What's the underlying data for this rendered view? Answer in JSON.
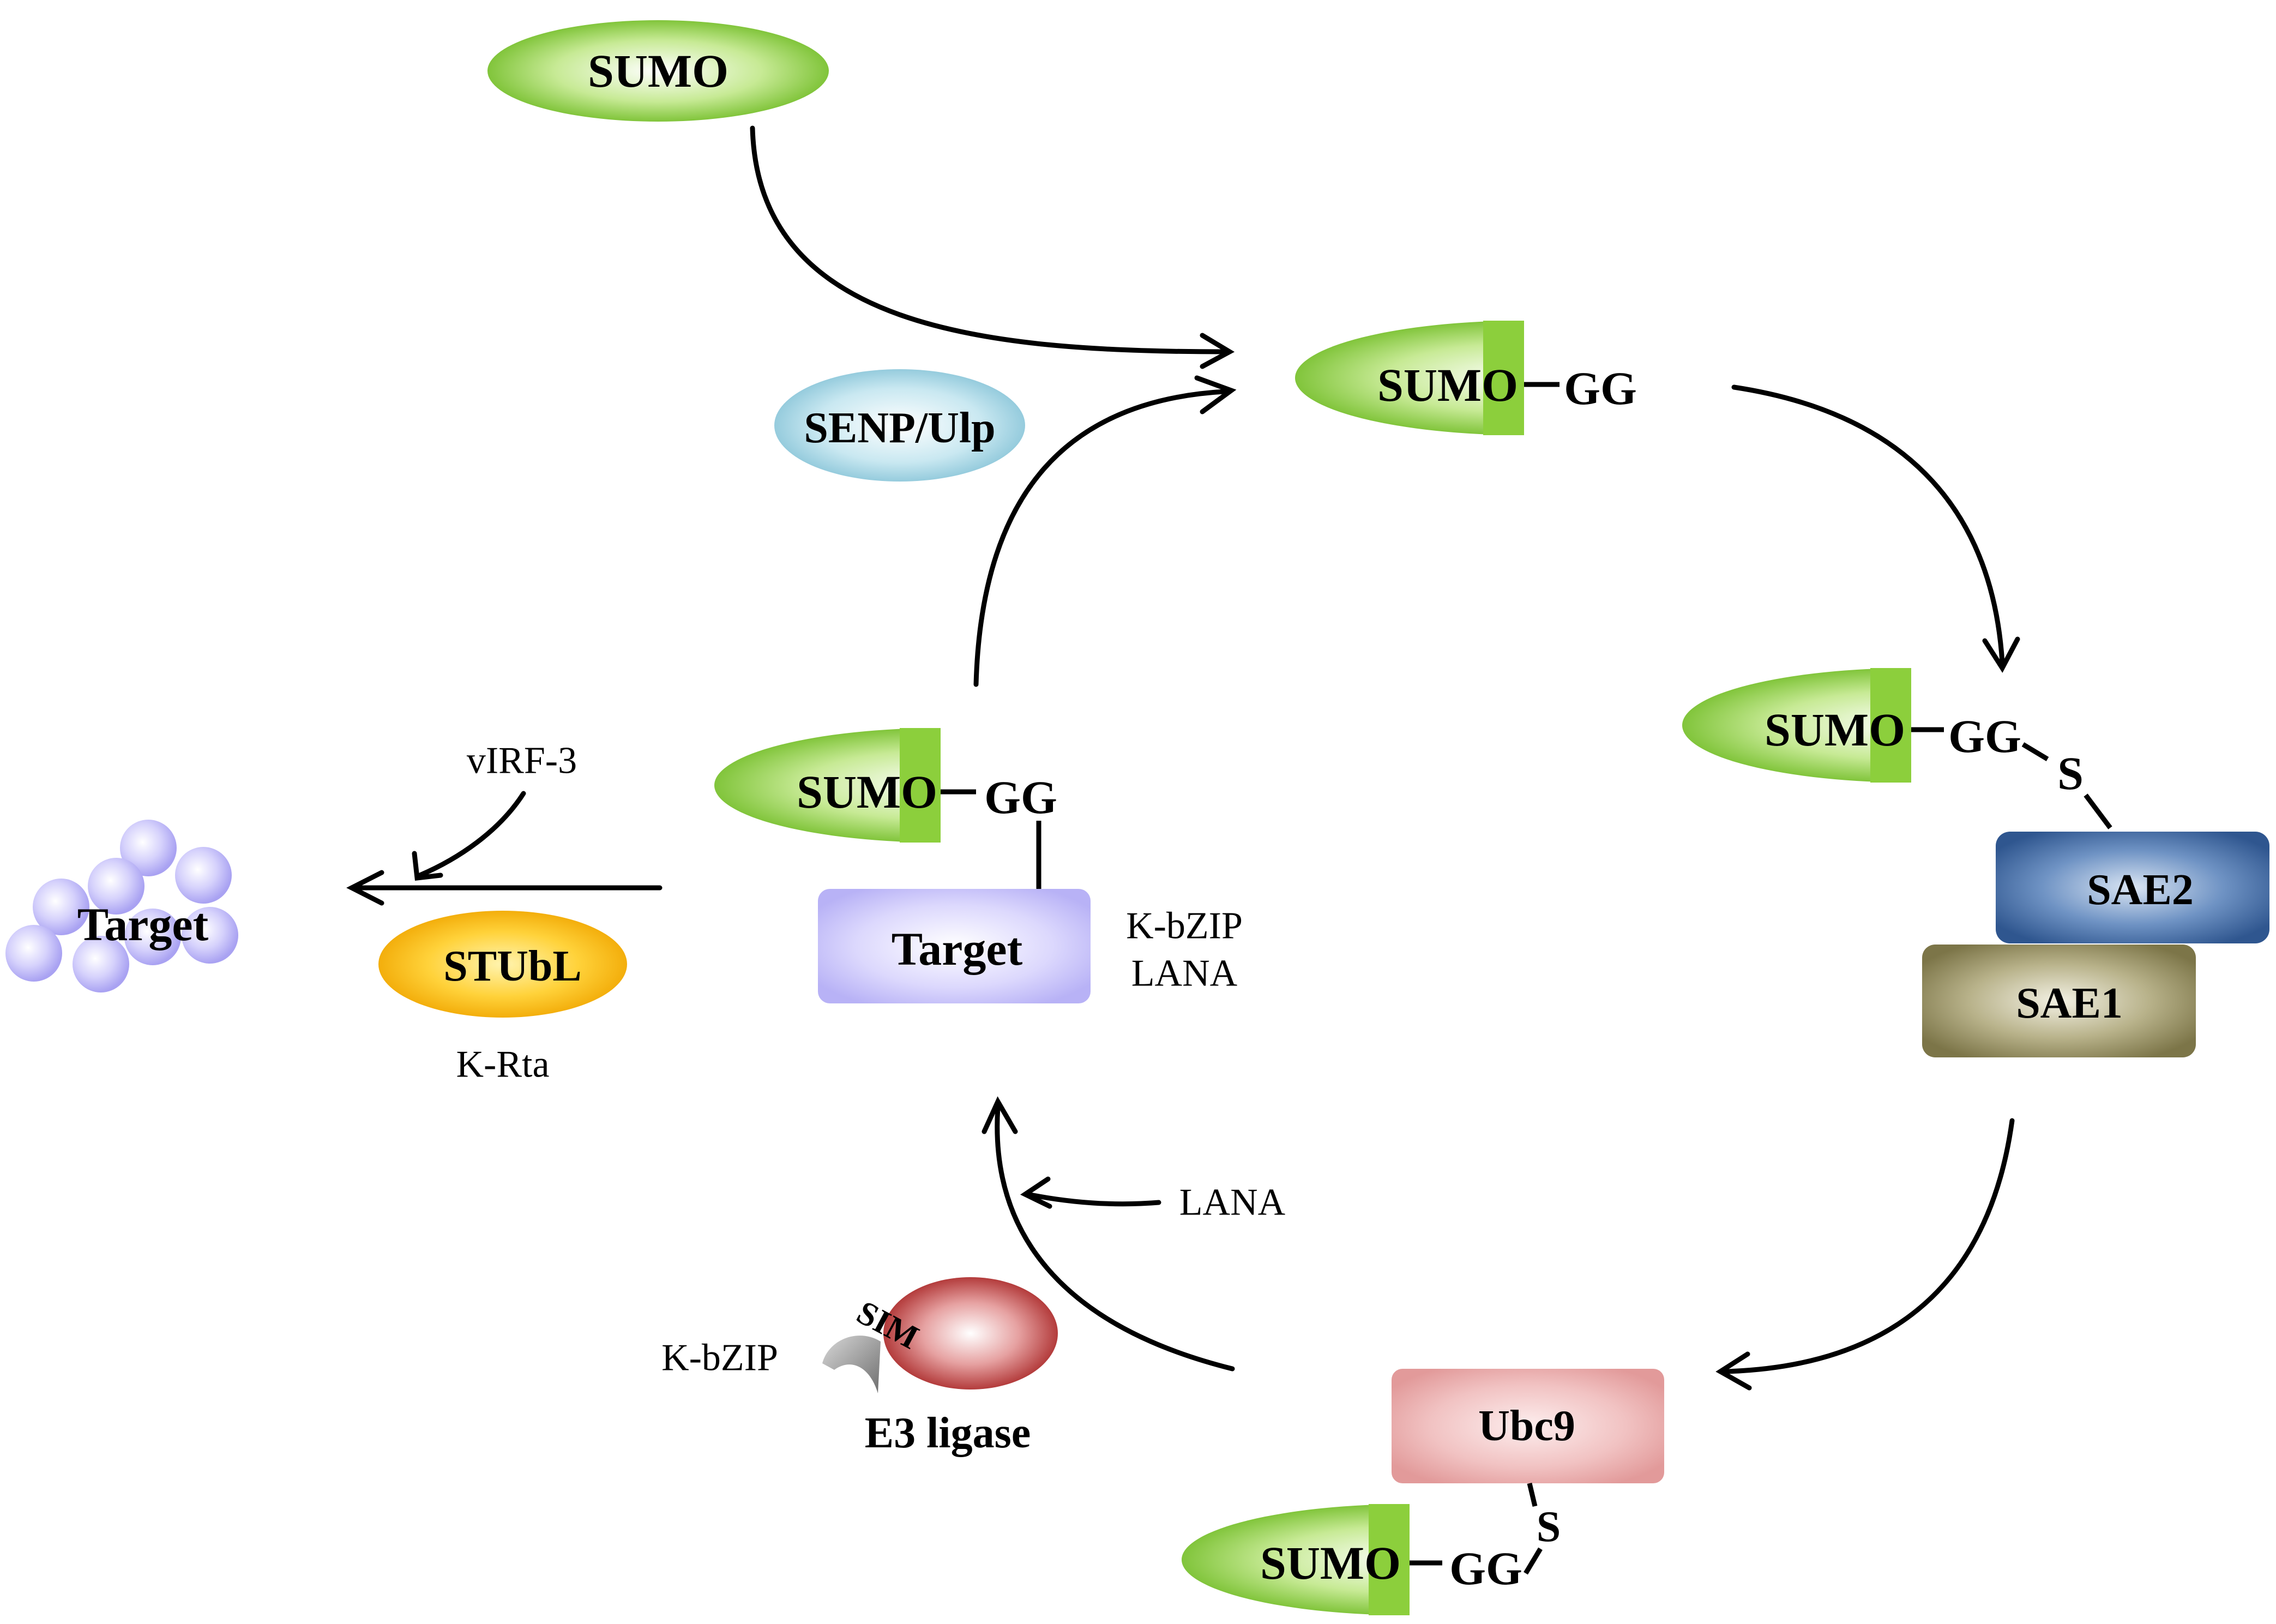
{
  "labels": {
    "sumo_free": "SUMO",
    "sumo_gg": "SUMO",
    "gg": "GG",
    "sumo_sae": "SUMO",
    "sae_gg": "GG",
    "sae_s": "S",
    "sae2": "SAE2",
    "sae1": "SAE1",
    "senp": "SENP/Ulp",
    "sumo_target": "SUMO",
    "target_gg": "GG",
    "target": "Target",
    "kbzip_lana": "K-bZIP",
    "lana_target": "LANA",
    "vIRF3": "vIRF-3",
    "degraded_target": "Target",
    "stubl": "STUbL",
    "krta": "K-Rta",
    "lana_e3": "LANA",
    "kbzip_e3": "K-bZIP",
    "sim": "SIM",
    "e3": "E3 ligase",
    "ubc9": "Ubc9",
    "ubc9_s": "S",
    "sumo_ubc9": "SUMO",
    "ubc9_gg": "GG"
  },
  "colors": {
    "sumo_green": "#8ccf3c",
    "senp_blue": "#9fd3e3",
    "target_lavender": "#c8c3fb",
    "stubl_yellow": "#f5b800",
    "sae2_blue": "#3f6aa6",
    "sae1_olive": "#8c8557",
    "e3_red": "#b83434",
    "ubc9_pink": "#e9a7a7"
  },
  "icons": {
    "sim_pocket": "sim-binding-pocket-icon"
  }
}
